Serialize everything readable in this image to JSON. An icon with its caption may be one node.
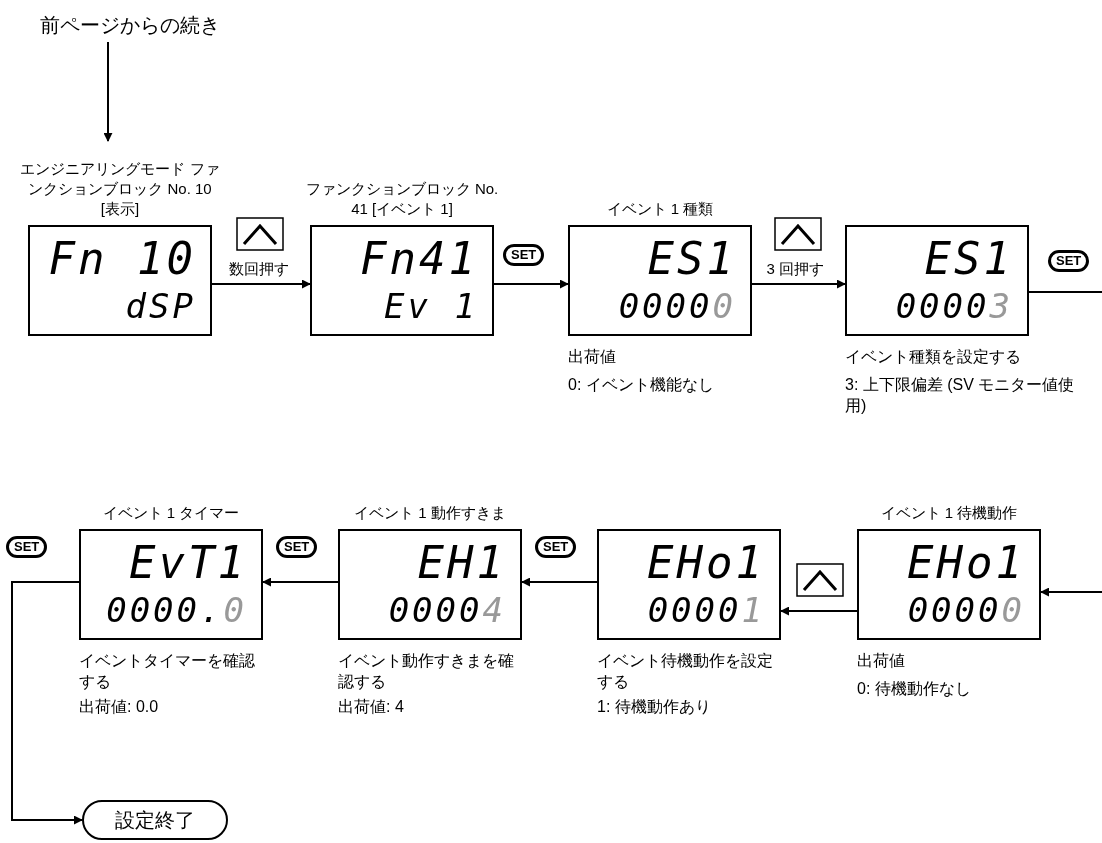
{
  "diagram": {
    "nodes": [
      {
        "text": [
          "前ページからの続き"
        ]
      },
      {
        "text": [
          "エンジニアリングモード ファンクションブロック No. 10 [表示]",
          "Fn 10",
          "dSP"
        ]
      },
      {
        "text": [
          "ファンクションブロック No. 41 [イベント 1]",
          "Fn41",
          "Ev 1"
        ]
      },
      {
        "text": [
          "イベント 1 種類",
          "ES1",
          "00000"
        ],
        "beside": [
          "出荷値",
          "0: イベント機能なし"
        ]
      },
      {
        "text": [
          "ES1",
          "00003"
        ],
        "beside": [
          "イベント種類を設定する",
          "3: 上下限偏差 (SV モニター値使用)"
        ]
      },
      {
        "text": [
          "イベント 1 タイマー",
          "EvT1",
          "0000.0"
        ],
        "beside": [
          "イベントタイマーを確認する",
          "出荷値: 0.0"
        ]
      },
      {
        "text": [
          "イベント 1 動作すきま",
          "EH1",
          "00004"
        ],
        "beside": [
          "イベント動作すきまを確認する",
          "出荷値: 4"
        ]
      },
      {
        "text": [
          "EHo1",
          "00001"
        ],
        "beside": [
          "イベント待機動作を設定する",
          "1:  待機動作あり"
        ]
      },
      {
        "text": [
          "イベント 1 待機動作",
          "EHo1",
          "00000"
        ],
        "beside": [
          "出荷値",
          "0:  待機動作なし"
        ]
      },
      {
        "text": [
          "設定終了"
        ]
      }
    ],
    "edges": [
      {
        "from": 0,
        "to": 1,
        "arrow": "to"
      },
      {
        "from": 1,
        "to": 2,
        "arrow": "to",
        "label": "数回押す"
      },
      {
        "from": 2,
        "to": 3,
        "arrow": "to"
      },
      {
        "from": 3,
        "to": 4,
        "arrow": "to",
        "label": "3 回押す"
      },
      {
        "from": 4,
        "to": null,
        "arrow": "none"
      },
      {
        "from": null,
        "to": 8,
        "arrow": "to"
      },
      {
        "from": 8,
        "to": 7,
        "arrow": "to"
      },
      {
        "from": 7,
        "to": 6,
        "arrow": "to"
      },
      {
        "from": 6,
        "to": 5,
        "arrow": "to"
      },
      {
        "from": 5,
        "to": 9,
        "arrow": "to"
      }
    ],
    "labels": [
      "SET",
      "SET",
      "SET",
      "SET",
      "SET"
    ]
  }
}
